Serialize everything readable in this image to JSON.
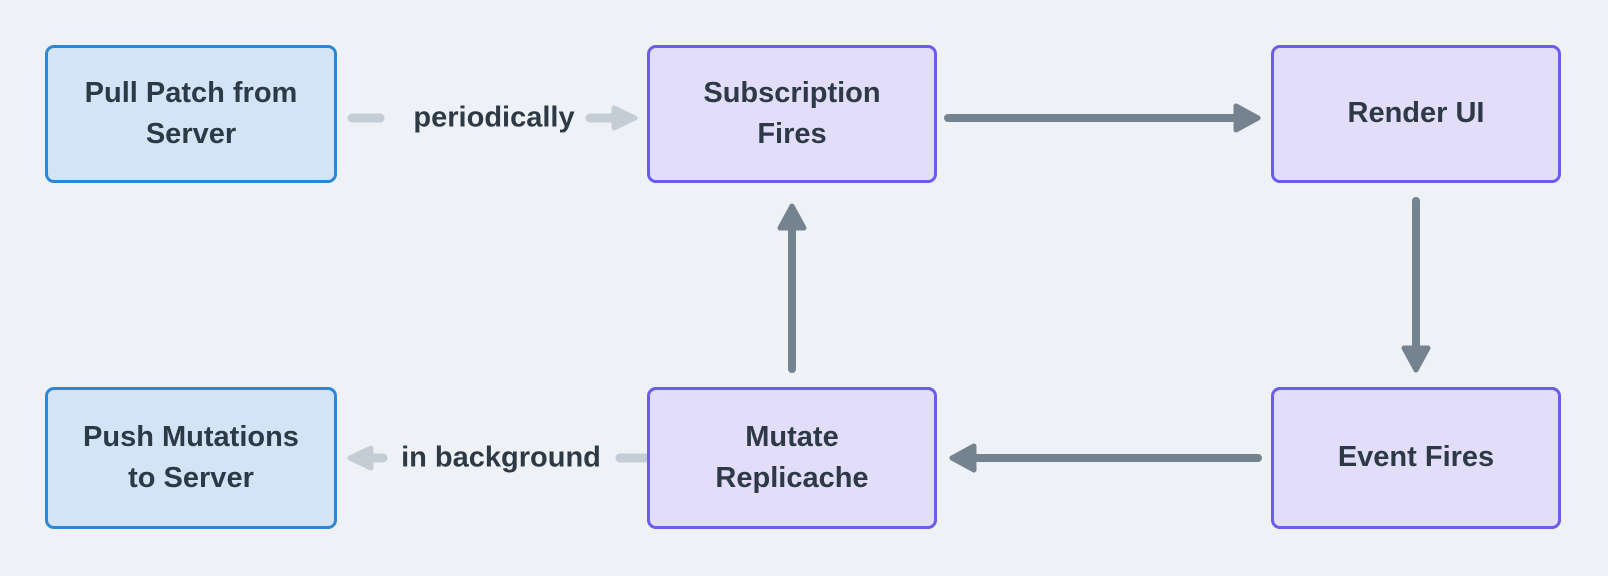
{
  "diagram": {
    "background_color": "#eef1f5",
    "colors": {
      "blue_node_border": "#2c88d6",
      "blue_node_fill": "#d3e4f6",
      "purple_node_border": "#6a5bef",
      "purple_node_fill": "#e2ddfa",
      "dark_arrow": "#75828f",
      "light_arrow": "#c4cdd5",
      "text": "#2d3a46"
    },
    "nodes": [
      {
        "id": "pull-patch",
        "label": "Pull Patch from Server",
        "color": "blue"
      },
      {
        "id": "subscription-fires",
        "label": "Subscription Fires",
        "color": "purple"
      },
      {
        "id": "render-ui",
        "label": "Render UI",
        "color": "purple"
      },
      {
        "id": "push-mutations",
        "label": "Push Mutations to Server",
        "color": "blue"
      },
      {
        "id": "mutate-replicache",
        "label": "Mutate Replicache",
        "color": "purple"
      },
      {
        "id": "event-fires",
        "label": "Event Fires",
        "color": "purple"
      }
    ],
    "edges": [
      {
        "from": "pull-patch",
        "to": "subscription-fires",
        "label": "periodically",
        "style": "light",
        "direction": "right"
      },
      {
        "from": "subscription-fires",
        "to": "render-ui",
        "label": "",
        "style": "dark",
        "direction": "right"
      },
      {
        "from": "render-ui",
        "to": "event-fires",
        "label": "",
        "style": "dark",
        "direction": "down"
      },
      {
        "from": "event-fires",
        "to": "mutate-replicache",
        "label": "",
        "style": "dark",
        "direction": "left"
      },
      {
        "from": "mutate-replicache",
        "to": "subscription-fires",
        "label": "",
        "style": "dark",
        "direction": "up"
      },
      {
        "from": "mutate-replicache",
        "to": "push-mutations",
        "label": "in background",
        "style": "light",
        "direction": "left"
      }
    ]
  }
}
